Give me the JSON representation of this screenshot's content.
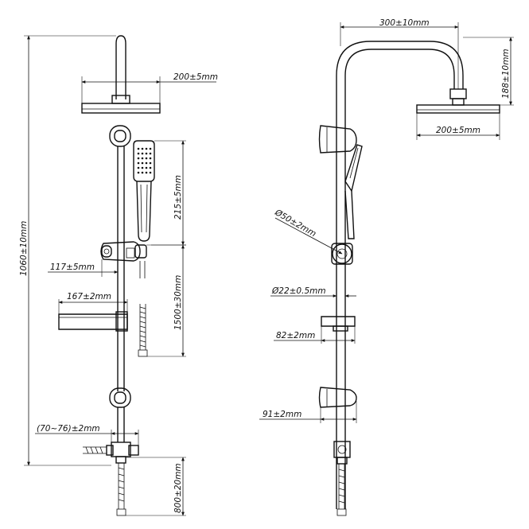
{
  "front_view": {
    "head_width": "200±5mm",
    "handshower_length": "215±5mm",
    "total_height": "1060±10mm",
    "holder_offset": "117±5mm",
    "hose_length": "1500±30mm",
    "shelf_width": "167±2mm",
    "inlet_spacing": "(70~76)±2mm",
    "lower_hose": "800±20mm"
  },
  "side_view": {
    "arm_reach": "300±10mm",
    "arm_height": "188±10mm",
    "head_width": "200±5mm",
    "slider_diameter": "Ø50±2mm",
    "rail_diameter": "Ø22±0.5mm",
    "shelf_depth": "82±2mm",
    "bracket_depth": "91±2mm"
  }
}
